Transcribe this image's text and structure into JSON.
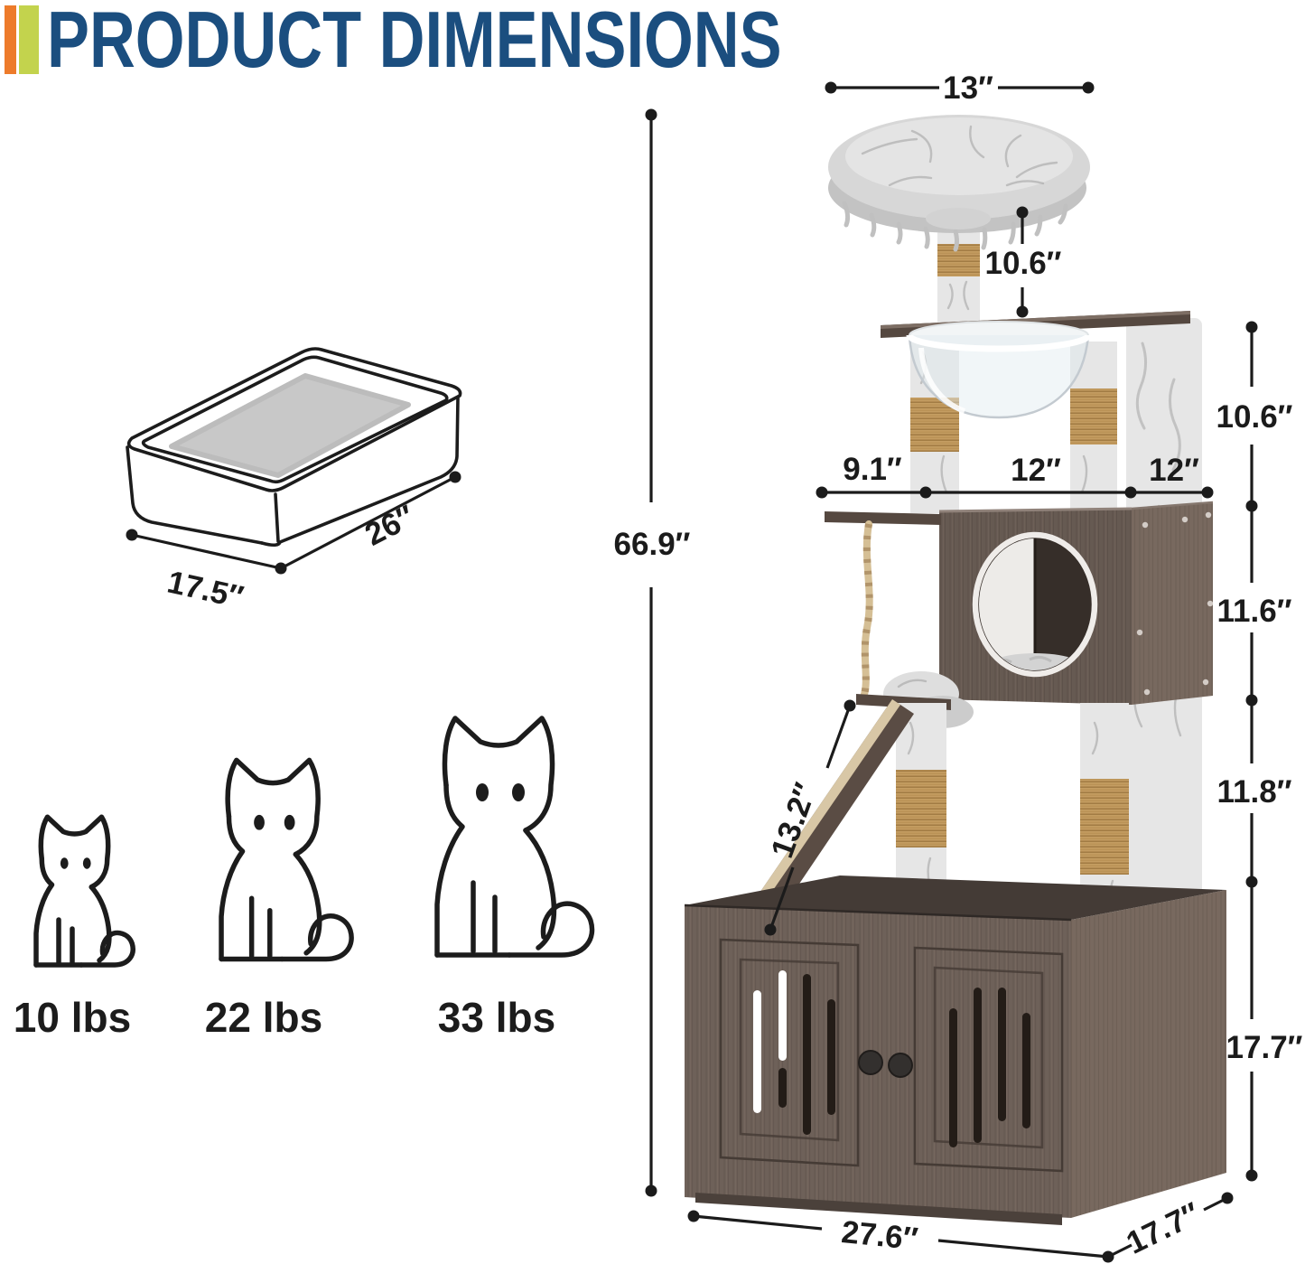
{
  "title": "PRODUCT DIMENSIONS",
  "accent_colors": {
    "orange": "#ed7b2b",
    "green": "#c3d34d",
    "title_blue": "#1b4e7f"
  },
  "litter_box": {
    "length_label": "26″",
    "width_label": "17.5″"
  },
  "cats": [
    {
      "weight": "10 lbs"
    },
    {
      "weight": "22 lbs"
    },
    {
      "weight": "33 lbs"
    }
  ],
  "dimensions": {
    "top_width": "13″",
    "top_post_height": "10.6″",
    "upper_tier_height": "10.6″",
    "platform_left": "9.1″",
    "platform_mid": "12″",
    "platform_depth": "12″",
    "total_height": "66.9″",
    "condo_height": "11.6″",
    "ramp_length": "13.2″",
    "lower_post_height": "11.8″",
    "cabinet_height": "17.7″",
    "cabinet_width": "27.6″",
    "cabinet_depth": "17.7″"
  }
}
